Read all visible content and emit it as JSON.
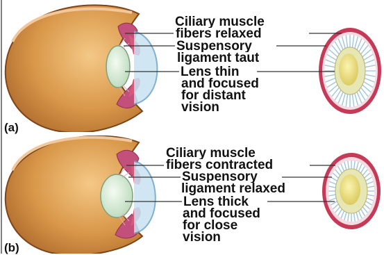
{
  "panels": [
    {
      "letter": "(a)",
      "ciliary": [
        "Ciliary muscle",
        "fibers relaxed"
      ],
      "suspensory": [
        "Suspensory",
        "ligament taut"
      ],
      "lens": [
        "Lens thin",
        "and focused",
        "for distant",
        "vision"
      ]
    },
    {
      "letter": "(b)",
      "ciliary": [
        "Ciliary muscle",
        "fibers contracted"
      ],
      "suspensory": [
        "Suspensory",
        "ligament relaxed"
      ],
      "lens": [
        "Lens thick",
        "and focused",
        "for close",
        "vision"
      ]
    }
  ],
  "colors": {
    "eyeball": "#c98a3c",
    "eyeball_light": "#f0c07a",
    "sclera_rim": "#e2a86c",
    "ciliary_muscle": "#b8486a",
    "cornea": "#a7cfe6",
    "lens": "#cfe7cf",
    "ring_outer": "#c53a57",
    "ring_inner": "#f3d3dc",
    "zonule_fibers": "#cfe3ee",
    "lens_front": "#e9df7d"
  },
  "icons": [
    "eye-cross-section-diagram",
    "ciliary-ring-front-view-diagram"
  ]
}
